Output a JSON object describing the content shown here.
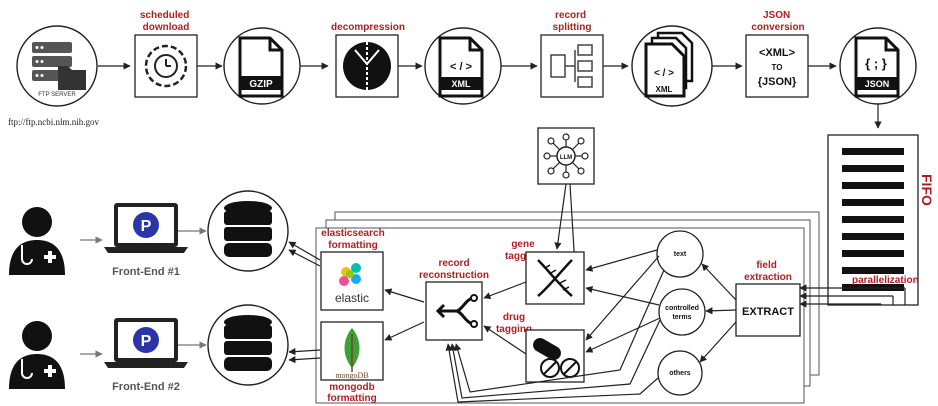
{
  "pipeline": {
    "ftp_server_label": "FTP SERVER",
    "ftp_url": "ftp://ftp.ncbi.nlm.nih.gov",
    "steps": {
      "scheduled_download": "scheduled\ndownload",
      "decompression": "decompression",
      "record_splitting": "record\nsplitting",
      "json_conversion": "JSON\nconversion"
    },
    "files": {
      "gzip": "GZIP",
      "xml": "XML",
      "xml2": "XML",
      "json": "JSON"
    },
    "convert": {
      "from": "<XML>",
      "to": "TO",
      "result": "{JSON}"
    },
    "xml_tag": "< / >",
    "json_tag": "{ ; }"
  },
  "queue": {
    "label": "FIFO",
    "parallelization": "parallelization"
  },
  "processing": {
    "llm": "LLM",
    "field_extraction": "field\nextraction",
    "extract": "EXTRACT",
    "text": "text",
    "controlled_terms": "controlled\nterms",
    "others": "others",
    "gene_tagging": "gene\ntagging",
    "drug_tagging": "drug\ntagging",
    "record_reconstruction": "record\nreconstruction",
    "elasticsearch_formatting": "elasticsearch\nformatting",
    "mongodb_formatting": "mongodb\nformatting",
    "elastic_logo": "elastic",
    "mongo_logo": "mongoDB"
  },
  "frontends": [
    "Front-End #1",
    "Front-End #2"
  ],
  "colors": {
    "accent_red": "#b01e23",
    "frontend_blue": "#2a36a8"
  }
}
